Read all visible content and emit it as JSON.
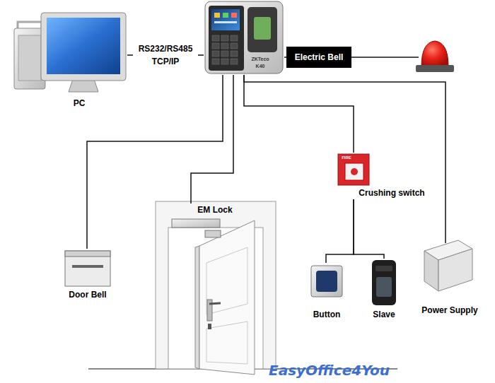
{
  "diagram": {
    "nodes": [
      {
        "text": [
          "PC"
        ]
      },
      {
        "text": [
          "ZKTeco",
          "K40"
        ]
      },
      {
        "text": [
          "Electric Bell"
        ]
      },
      {
        "text": [
          "FIRE",
          "Crushing switch"
        ]
      },
      {
        "text": [
          "EM Lock"
        ]
      },
      {
        "text": [
          "Door Bell"
        ]
      },
      {
        "text": [
          "Button"
        ]
      },
      {
        "text": [
          "Slave"
        ]
      },
      {
        "text": [
          "Power Supply"
        ]
      }
    ],
    "edges": [
      {
        "from": 0,
        "to": 1,
        "label": "RS232/RS485 TCP/IP",
        "arrow": "none"
      },
      {
        "from": 1,
        "to": 2,
        "arrow": "none"
      },
      {
        "from": 1,
        "to": 5,
        "arrow": "none"
      },
      {
        "from": 1,
        "to": 4,
        "arrow": "none"
      },
      {
        "from": 1,
        "to": 3,
        "arrow": "none"
      },
      {
        "from": 1,
        "to": 8,
        "arrow": "none"
      },
      {
        "from": 3,
        "to": 6,
        "arrow": "none"
      },
      {
        "from": 3,
        "to": 7,
        "arrow": "none"
      }
    ],
    "labels": [
      "EasyOffice4You"
    ]
  }
}
